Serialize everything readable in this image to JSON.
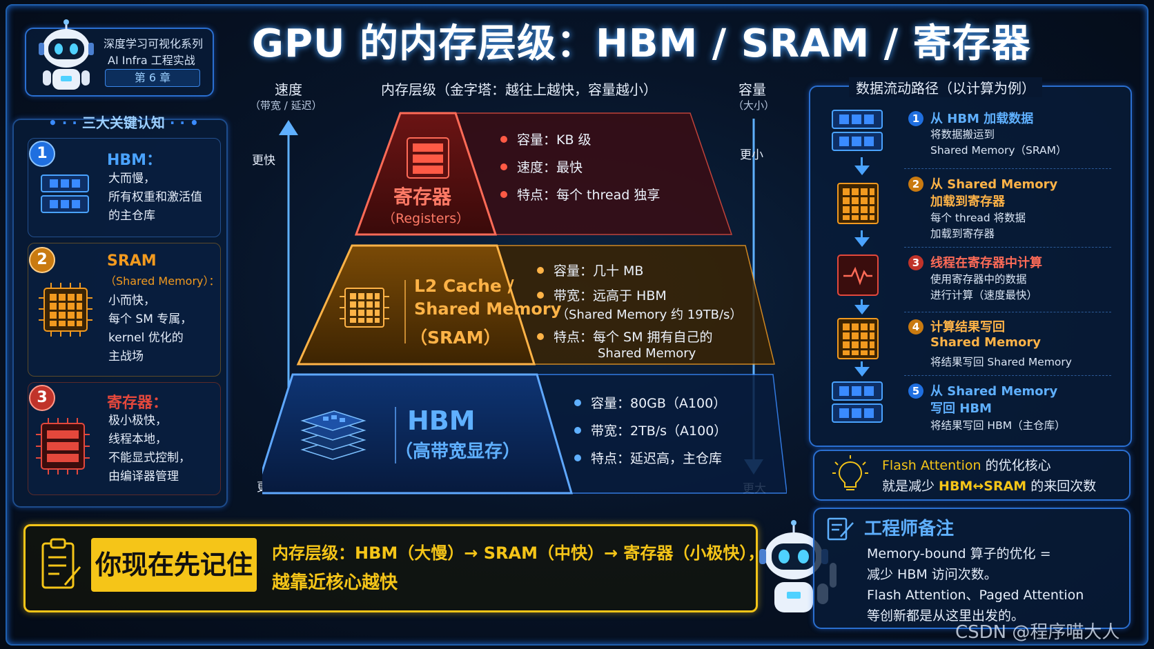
{
  "title": "GPU 的内存层级：HBM / SRAM / 寄存器",
  "series": {
    "line1": "深度学习可视化系列",
    "line2": "AI Infra 工程实战",
    "chapter": "第 6 章"
  },
  "left_panel": {
    "header": "三大关键认知",
    "cards": [
      {
        "num": "1",
        "title": "HBM：",
        "lines": [
          "大而慢，",
          "所有权重和激活值",
          "的主仓库"
        ],
        "color": "#3a8bff"
      },
      {
        "num": "2",
        "title": "SRAM",
        "title2": "（Shared Memory）：",
        "lines": [
          "小而快，",
          "每个 SM 专属，",
          "kernel 优化的",
          "主战场"
        ],
        "color": "#f29a1f"
      },
      {
        "num": "3",
        "title": "寄存器：",
        "lines": [
          "极小极快，",
          "线程本地，",
          "不能显式控制，",
          "由编译器管理"
        ],
        "color": "#e4483c"
      }
    ]
  },
  "pyramid": {
    "header": "内存层级（金字塔：越往上越快，容量越小）",
    "speed_label": "速度",
    "speed_sub": "（带宽 / 延迟）",
    "faster": "更快",
    "slower": "更慢",
    "capacity_label": "容量",
    "capacity_sub": "（大小）",
    "smaller": "更小",
    "larger": "更大",
    "tiers": [
      {
        "name": "寄存器",
        "sub": "（Registers）",
        "bullets": [
          "容量：KB 级",
          "速度：最快",
          "特点：每个 thread 独享"
        ],
        "color": "#e04a3c"
      },
      {
        "name_lines": [
          "L2 Cache /",
          "Shared Memory",
          "（SRAM）"
        ],
        "bullets": [
          "容量：几十 MB",
          "带宽：远高于 HBM",
          "（Shared Memory 约 19TB/s）",
          "特点：每个 SM 拥有自己的",
          "Shared Memory"
        ],
        "color": "#f29a1f"
      },
      {
        "name": "HBM",
        "sub": "（高带宽显存）",
        "bullets": [
          "容量：80GB（A100）",
          "带宽：2TB/s（A100）",
          "特点：延迟高，主仓库"
        ],
        "color": "#3a8bff"
      }
    ]
  },
  "flow": {
    "header": "数据流动路径（以计算为例）",
    "steps": [
      {
        "num": "1",
        "title": [
          "从 HBM 加载数据"
        ],
        "text": [
          "将数据搬运到",
          "Shared Memory（SRAM）"
        ],
        "color": "#3a8bff"
      },
      {
        "num": "2",
        "title": [
          "从 Shared Memory",
          "加载到寄存器"
        ],
        "text": [
          "每个 thread 将数据",
          "加载到寄存器"
        ],
        "color": "#f29a1f"
      },
      {
        "num": "3",
        "title": [
          "线程在寄存器中计算"
        ],
        "text": [
          "使用寄存器中的数据",
          "进行计算（速度最快）"
        ],
        "color": "#e4483c"
      },
      {
        "num": "4",
        "title": [
          "计算结果写回",
          "Shared Memory"
        ],
        "text": [
          "将结果写回 Shared Memory"
        ],
        "color": "#f29a1f"
      },
      {
        "num": "5",
        "title": [
          "从 Shared Memory",
          "写回 HBM"
        ],
        "text": [
          "将结果写回 HBM（主仓库）"
        ],
        "color": "#3a8bff"
      }
    ]
  },
  "flash_tip": {
    "line1_a": "Flash Attention",
    "line1_b": " 的优化核心",
    "line2_a": "就是减少 ",
    "line2_b": "HBM↔SRAM",
    "line2_c": " 的来回次数"
  },
  "remember": {
    "badge": "你现在先记住",
    "line1": "内存层级：HBM（大慢）→ SRAM（中快）→ 寄存器（小极快），",
    "line2": "越靠近核心越快"
  },
  "engineer_note": {
    "title": "工程师备注",
    "lines": [
      "Memory-bound 算子的优化 =",
      "减少 HBM 访问次数。",
      "Flash Attention、Paged Attention",
      "等创新都是从这里出发的。"
    ]
  },
  "watermark": "CSDN @程序喵大人",
  "colors": {
    "blue": "#3a8bff",
    "orange": "#f29a1f",
    "red": "#e4483c",
    "yellow": "#f5c518"
  }
}
